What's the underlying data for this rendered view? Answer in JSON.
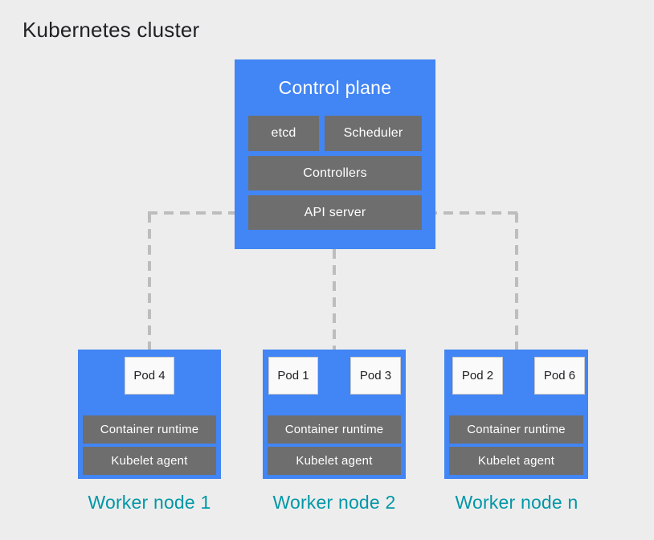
{
  "title": "Kubernetes cluster",
  "control_plane": {
    "title": "Control plane",
    "etcd": "etcd",
    "scheduler": "Scheduler",
    "controllers": "Controllers",
    "api_server": "API server"
  },
  "worker_nodes": [
    {
      "label": "Worker node 1",
      "pods": [
        "Pod 4"
      ],
      "runtime": "Container runtime",
      "kubelet": "Kubelet agent"
    },
    {
      "label": "Worker node 2",
      "pods": [
        "Pod 1",
        "Pod 3"
      ],
      "runtime": "Container runtime",
      "kubelet": "Kubelet agent"
    },
    {
      "label": "Worker node n",
      "pods": [
        "Pod 2",
        "Pod 6"
      ],
      "runtime": "Container runtime",
      "kubelet": "Kubelet agent"
    }
  ],
  "colors": {
    "background": "#ededed",
    "node_blue": "#4285f4",
    "component_gray": "#6e6e6e",
    "dash_gray": "#bdbdbd",
    "label_teal": "#0097a7",
    "pod_white": "#fafafa",
    "title_text": "#202124"
  }
}
